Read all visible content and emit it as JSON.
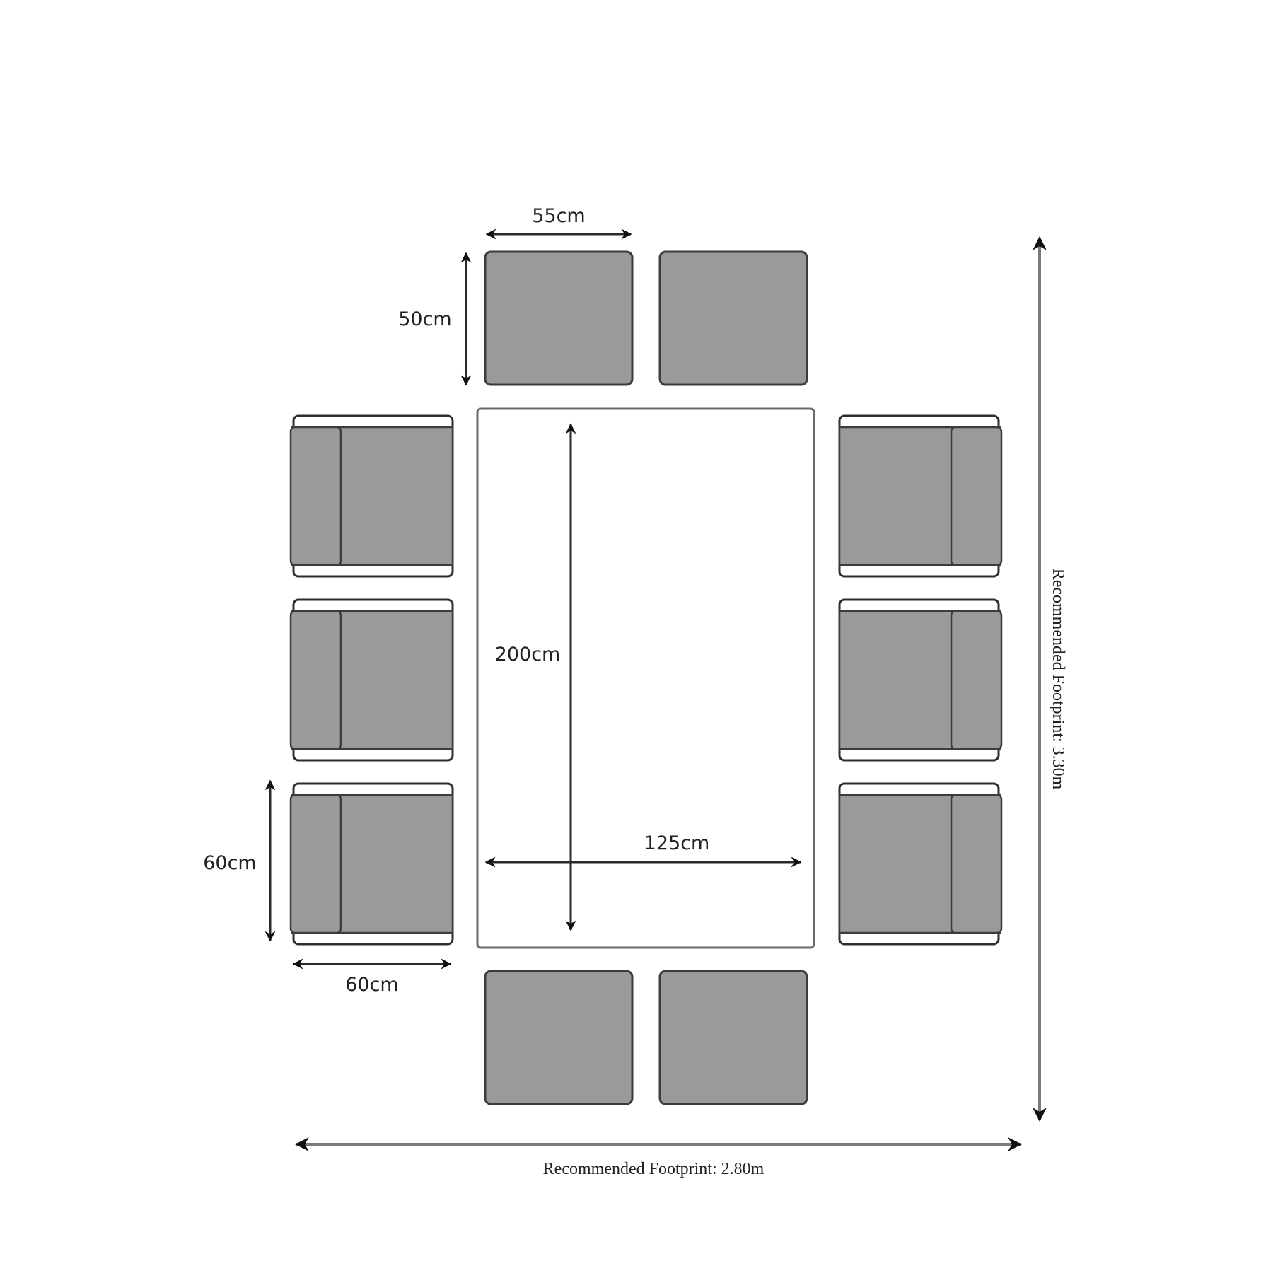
{
  "diagram": {
    "title": "Dining set layout with dimensions",
    "colors": {
      "furniture_fill": "#9a9a9a",
      "outline": "#3c3c3c",
      "background": "#ffffff",
      "text": "#222222"
    },
    "labels": {
      "stool_width": "55cm",
      "stool_depth": "50cm",
      "table_length": "200cm",
      "table_width": "125cm",
      "chair_depth": "60cm",
      "chair_width": "60cm",
      "footprint_width": "Recommended Footprint: 2.80m",
      "footprint_depth": "Recommended Footprint: 3.30m"
    },
    "components": {
      "table": {
        "name": "Dining table",
        "length_cm": 200,
        "width_cm": 125,
        "count": 1
      },
      "chairs": {
        "name": "Armchair",
        "width_cm": 60,
        "depth_cm": 60,
        "count": 6
      },
      "stools": {
        "name": "Stool",
        "width_cm": 55,
        "depth_cm": 50,
        "count": 4
      }
    },
    "footprint": {
      "width_m": 2.8,
      "depth_m": 3.3
    }
  }
}
